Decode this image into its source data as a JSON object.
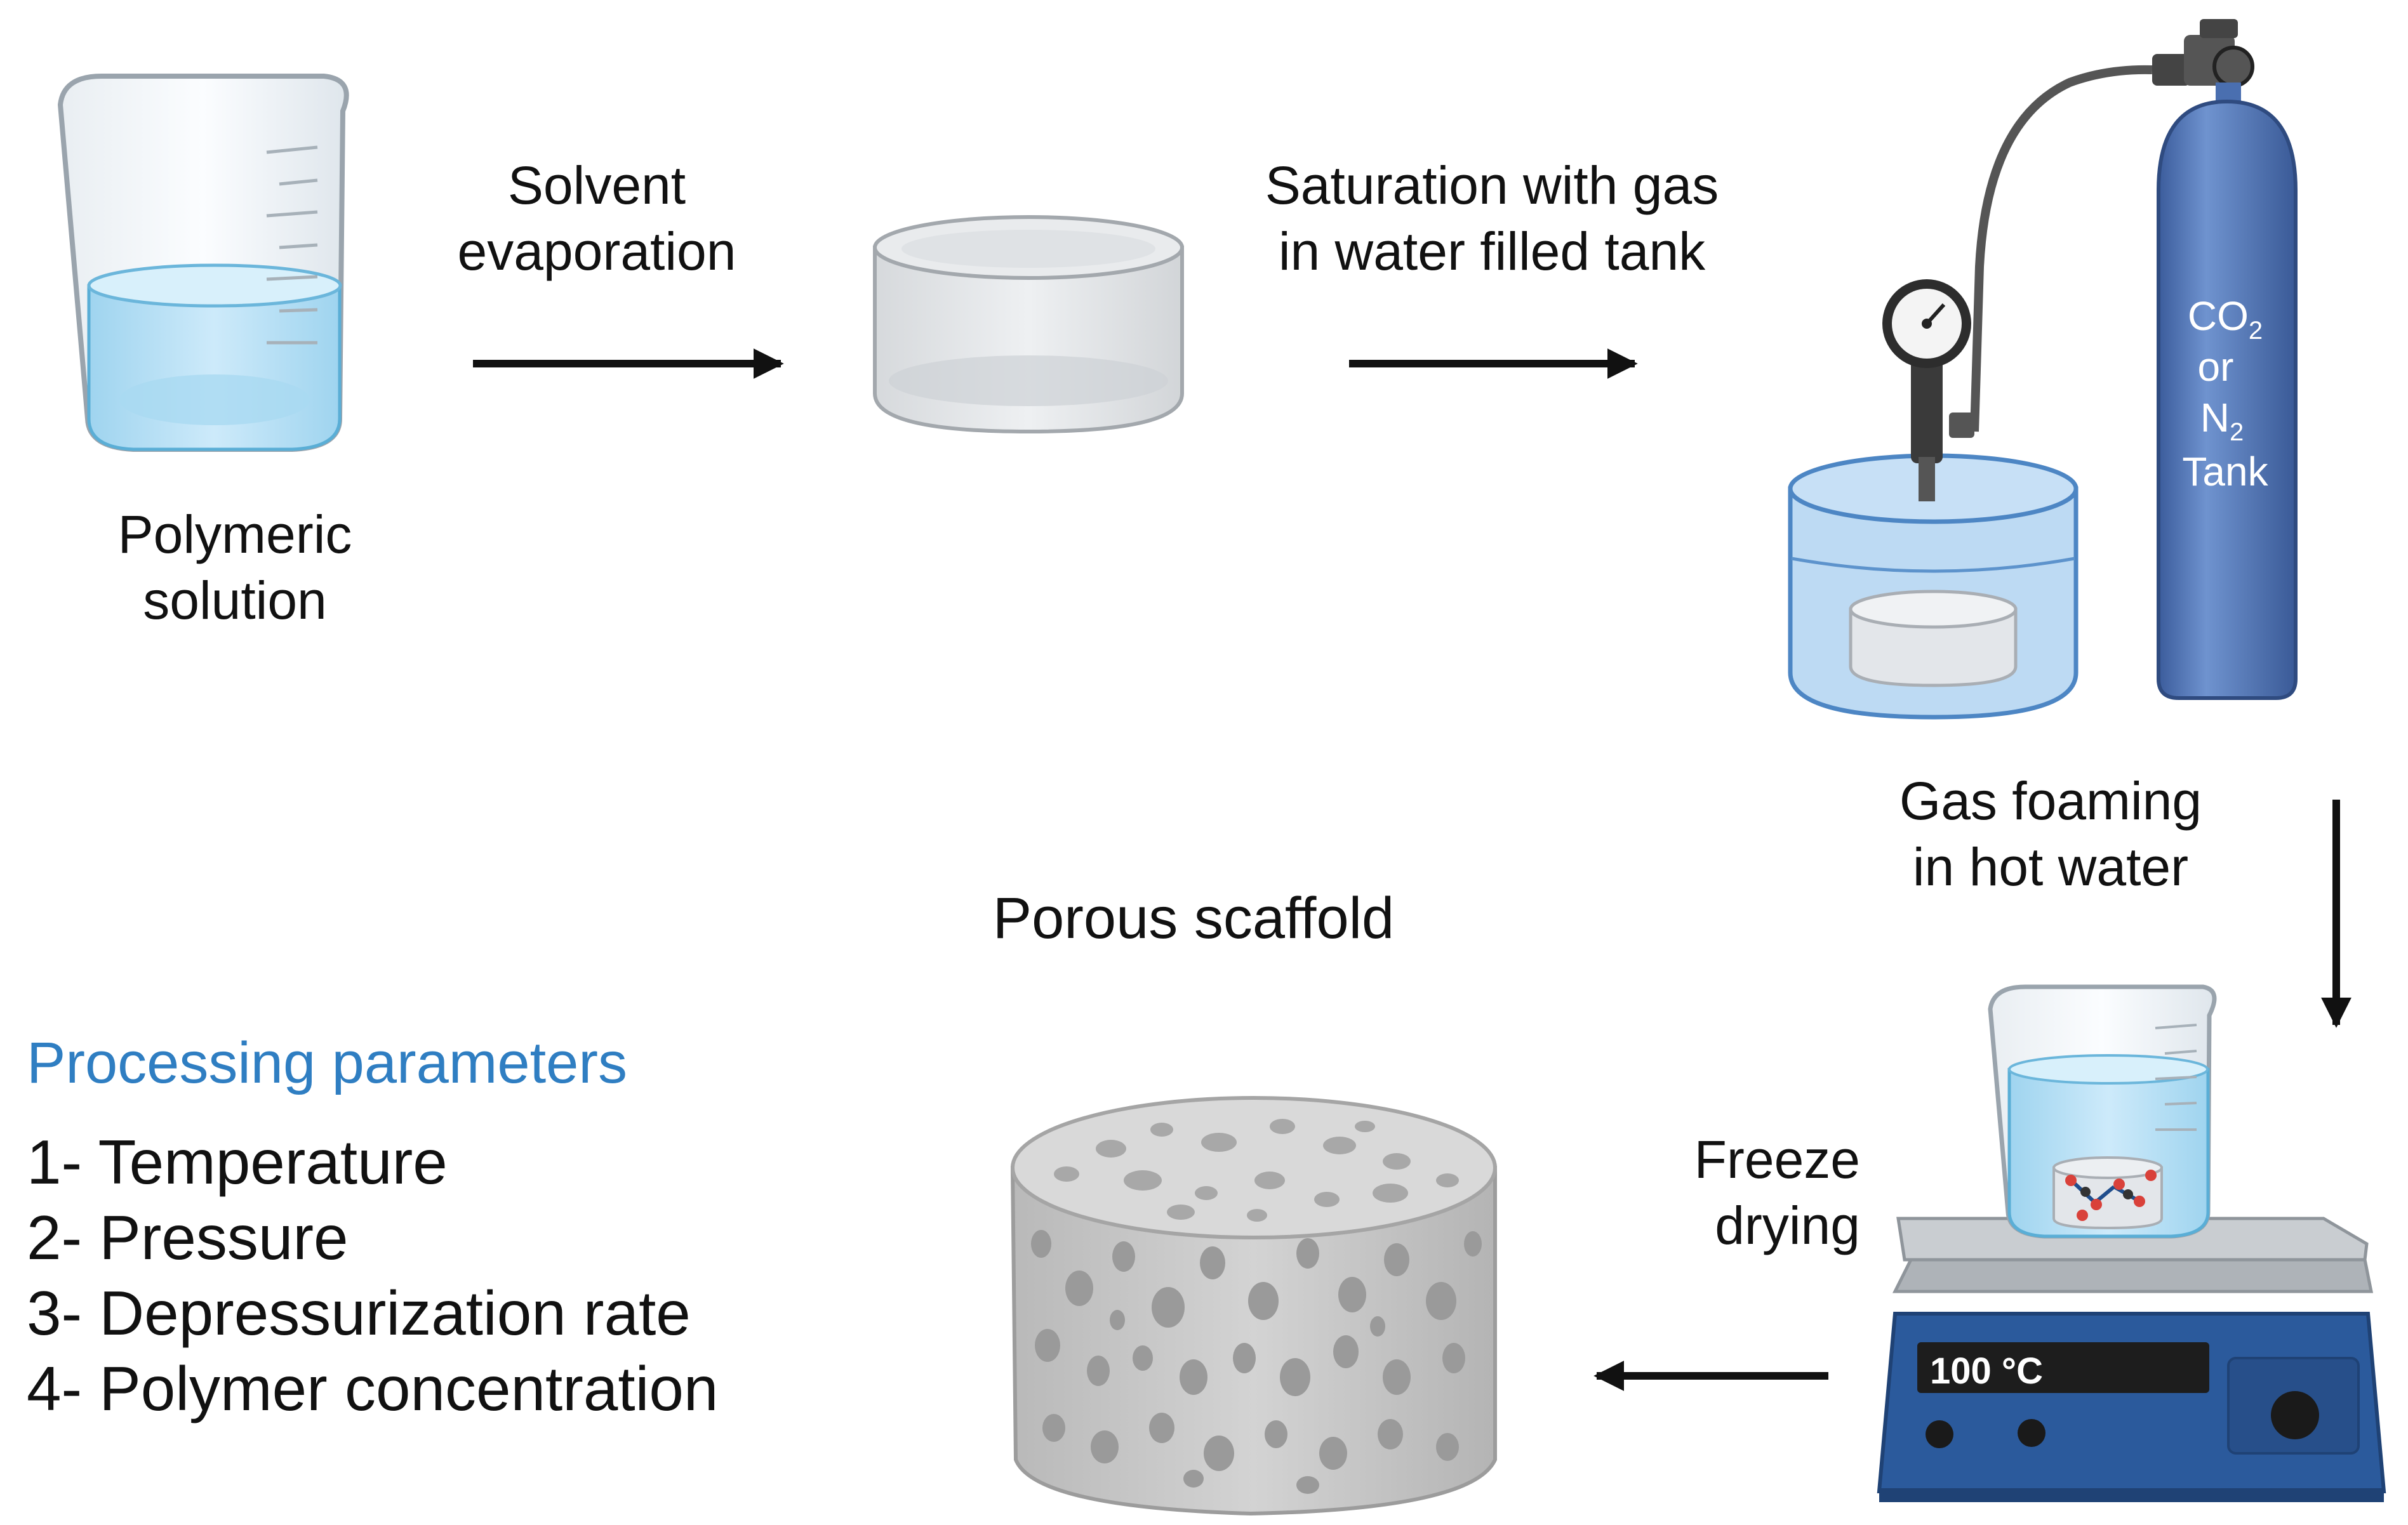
{
  "steps": {
    "polymeric_solution": [
      "Polymeric",
      "solution"
    ],
    "solvent_evaporation": [
      "Solvent",
      "evaporation"
    ],
    "saturation": [
      "Saturation with gas",
      "in water filled tank"
    ],
    "gas_foaming": [
      "Gas foaming",
      "in hot water"
    ],
    "freeze_drying": [
      "Freeze",
      "drying"
    ],
    "porous_scaffold": "Porous scaffold"
  },
  "tank": {
    "line1_base": "CO",
    "line1_sub": "2",
    "line2": "or",
    "line3_base": "N",
    "line3_sub": "2",
    "line4": "Tank"
  },
  "hotplate": {
    "display": "100 °C"
  },
  "processing": {
    "title": "Processing parameters",
    "items": [
      "1- Temperature",
      "2- Pressure",
      "3- Depressurization rate",
      "4- Polymer concentration"
    ]
  },
  "colors": {
    "accent_blue": "#2f7ec2",
    "tank_blue": "#4a6fb0",
    "water_blue": "#bfe3f5",
    "hotplate_blue": "#2b5a9c",
    "scaffold_gray": "#c4c4c4",
    "arrow": "#111111"
  }
}
